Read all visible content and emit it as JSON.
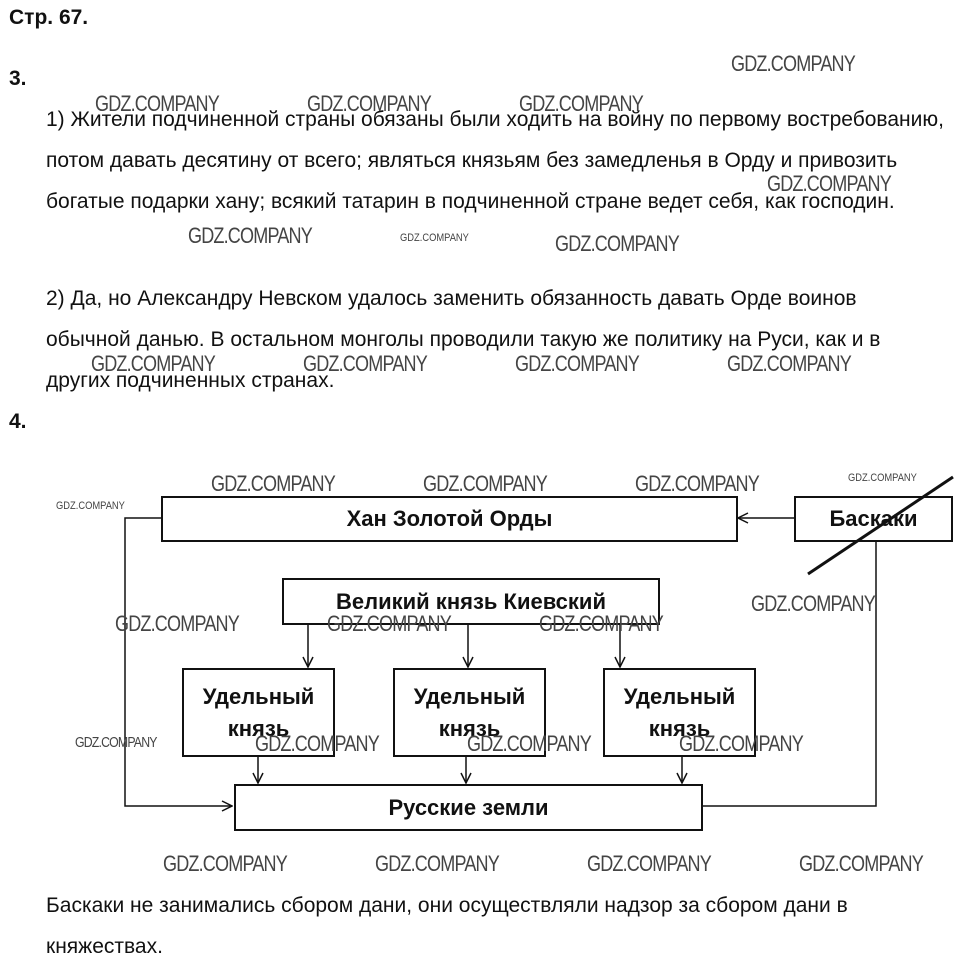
{
  "page": {
    "title": "Стр. 67."
  },
  "task3": {
    "number": "3.",
    "p1": "1) Жители подчиненной страны обязаны были ходить на войну по первому востребованию, потом давать десятину от всего; являться князьям без замедленья в Орду и привозить богатые подарки хану; всякий татарин в подчиненной стране ведет себя, как господин.",
    "p2": "2) Да, но Александру Невском удалось заменить обязанность давать Орде воинов обычной данью. В остальном монголы проводили такую же политику на Руси, как и в других подчиненных странах."
  },
  "task4": {
    "number": "4.",
    "diagram": {
      "khan": "Хан Золотой Орды",
      "baskaki": "Баскаки",
      "grand_prince": "Великий князь Киевский",
      "appanage_1": "Удельный князь",
      "appanage_2": "Удельный князь",
      "appanage_3": "Удельный князь",
      "russian_lands": "Русские земли"
    },
    "conclusion": "Баскаки не занимались сбором дани, они осуществляли надзор за сбором дани в княжествах."
  },
  "watermark": "GDZ.COMPANY"
}
